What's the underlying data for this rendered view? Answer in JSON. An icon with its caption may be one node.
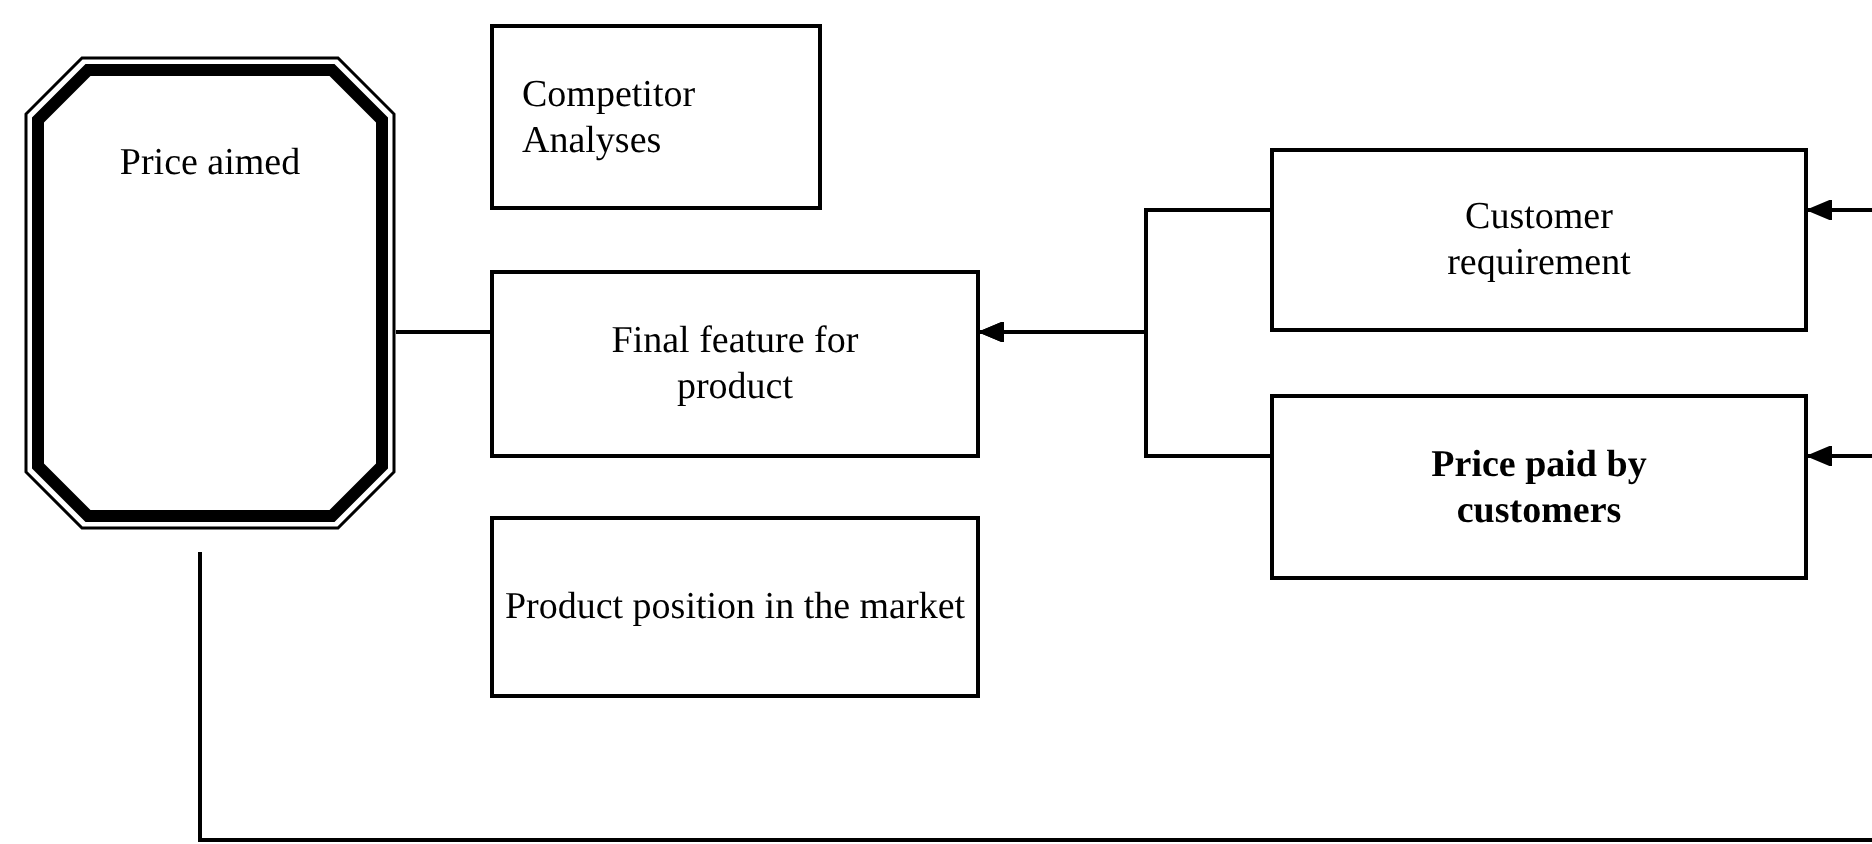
{
  "diagram": {
    "nodes": [
      {
        "text": [
          "Price aimed"
        ]
      },
      {
        "text": [
          "Competitor Analyses"
        ]
      },
      {
        "text": [
          "Final feature for product"
        ]
      },
      {
        "text": [
          "Product position in the market"
        ]
      },
      {
        "text": [
          "Customer requirement"
        ]
      },
      {
        "text": [
          "Price paid by customers"
        ]
      }
    ],
    "edges": [
      {
        "from": 0,
        "to": 2,
        "arrow": "none"
      },
      {
        "from": 4,
        "to": 2,
        "arrow": "to"
      },
      {
        "from": 5,
        "to": 2,
        "arrow": "to"
      },
      {
        "from": null,
        "to": 4,
        "arrow": "to"
      },
      {
        "from": null,
        "to": 5,
        "arrow": "to"
      },
      {
        "from": 0,
        "to": null,
        "arrow": "none"
      }
    ]
  }
}
